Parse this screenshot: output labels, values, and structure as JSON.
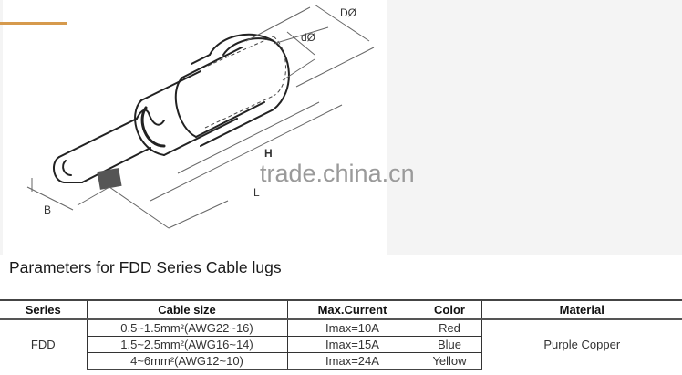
{
  "figure": {
    "labels": {
      "outer_diameter": "DØ",
      "inner_diameter": "dØ",
      "height": "H",
      "length": "L",
      "width": "B"
    },
    "watermark": "trade.china.cn",
    "accent_color": "#d69a4d",
    "panel_color": "#f4f4f4"
  },
  "title": "Parameters for FDD Series Cable lugs",
  "table": {
    "headers": [
      "Series",
      "Cable size",
      "Max.Current",
      "Color",
      "Material"
    ],
    "series": "FDD",
    "material": "Purple Copper",
    "rows": [
      {
        "cable_size": "0.5~1.5mm²(AWG22~16)",
        "max_current": "Imax=10A",
        "color": "Red"
      },
      {
        "cable_size": "1.5~2.5mm²(AWG16~14)",
        "max_current": "Imax=15A",
        "color": "Blue"
      },
      {
        "cable_size": "4~6mm²(AWG12~10)",
        "max_current": "Imax=24A",
        "color": "Yellow"
      }
    ]
  }
}
